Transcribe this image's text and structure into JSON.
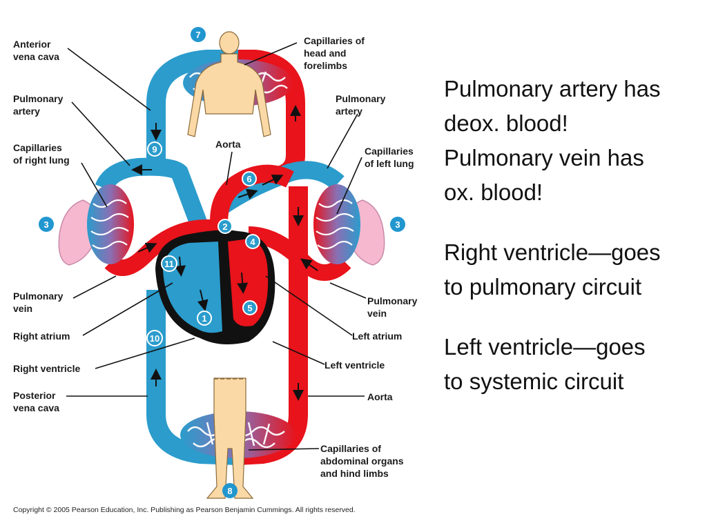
{
  "labels": {
    "anterior_vena_cava": [
      "Anterior",
      "vena cava"
    ],
    "capillaries_head": [
      "Capillaries of",
      "head and",
      "forelimbs"
    ],
    "pulmonary_artery_left": [
      "Pulmonary",
      "artery"
    ],
    "pulmonary_artery_right": [
      "Pulmonary",
      "artery"
    ],
    "aorta_top": "Aorta",
    "capillaries_right_lung": [
      "Capillaries",
      "of right lung"
    ],
    "capillaries_left_lung": [
      "Capillaries",
      "of left lung"
    ],
    "pulmonary_vein_left": [
      "Pulmonary",
      "vein"
    ],
    "pulmonary_vein_right": [
      "Pulmonary",
      "vein"
    ],
    "right_atrium": "Right atrium",
    "left_atrium": "Left atrium",
    "right_ventricle": "Right ventricle",
    "left_ventricle": "Left ventricle",
    "posterior_vena_cava": [
      "Posterior",
      "vena cava"
    ],
    "aorta_bottom": "Aorta",
    "capillaries_abdominal": [
      "Capillaries of",
      "abdominal organs",
      "and hind limbs"
    ]
  },
  "step_numbers": {
    "n1": "1",
    "n2": "2",
    "n3_left": "3",
    "n3_right": "3",
    "n4": "4",
    "n5": "5",
    "n6": "6",
    "n7": "7",
    "n8": "8",
    "n9": "9",
    "n10": "10",
    "n11": "11"
  },
  "copyright": "Copyright © 2005 Pearson Education, Inc. Publishing as Pearson Benjamin Cummings. All rights reserved.",
  "notes": {
    "line1": "Pulmonary artery has",
    "line2": "deox. blood!",
    "line3": "Pulmonary vein has",
    "line4": "ox. blood!",
    "line5": "Right ventricle—goes",
    "line6": "to pulmonary circuit",
    "line7": "Left ventricle—goes",
    "line8": "to systemic circuit"
  },
  "colors": {
    "oxygenated": "#e8131b",
    "deoxygenated": "#2b9ccc",
    "badge": "#2196cf",
    "skin": "#fbd9a6",
    "lung": "#f6b8cf",
    "heart_dark": "#111111"
  }
}
